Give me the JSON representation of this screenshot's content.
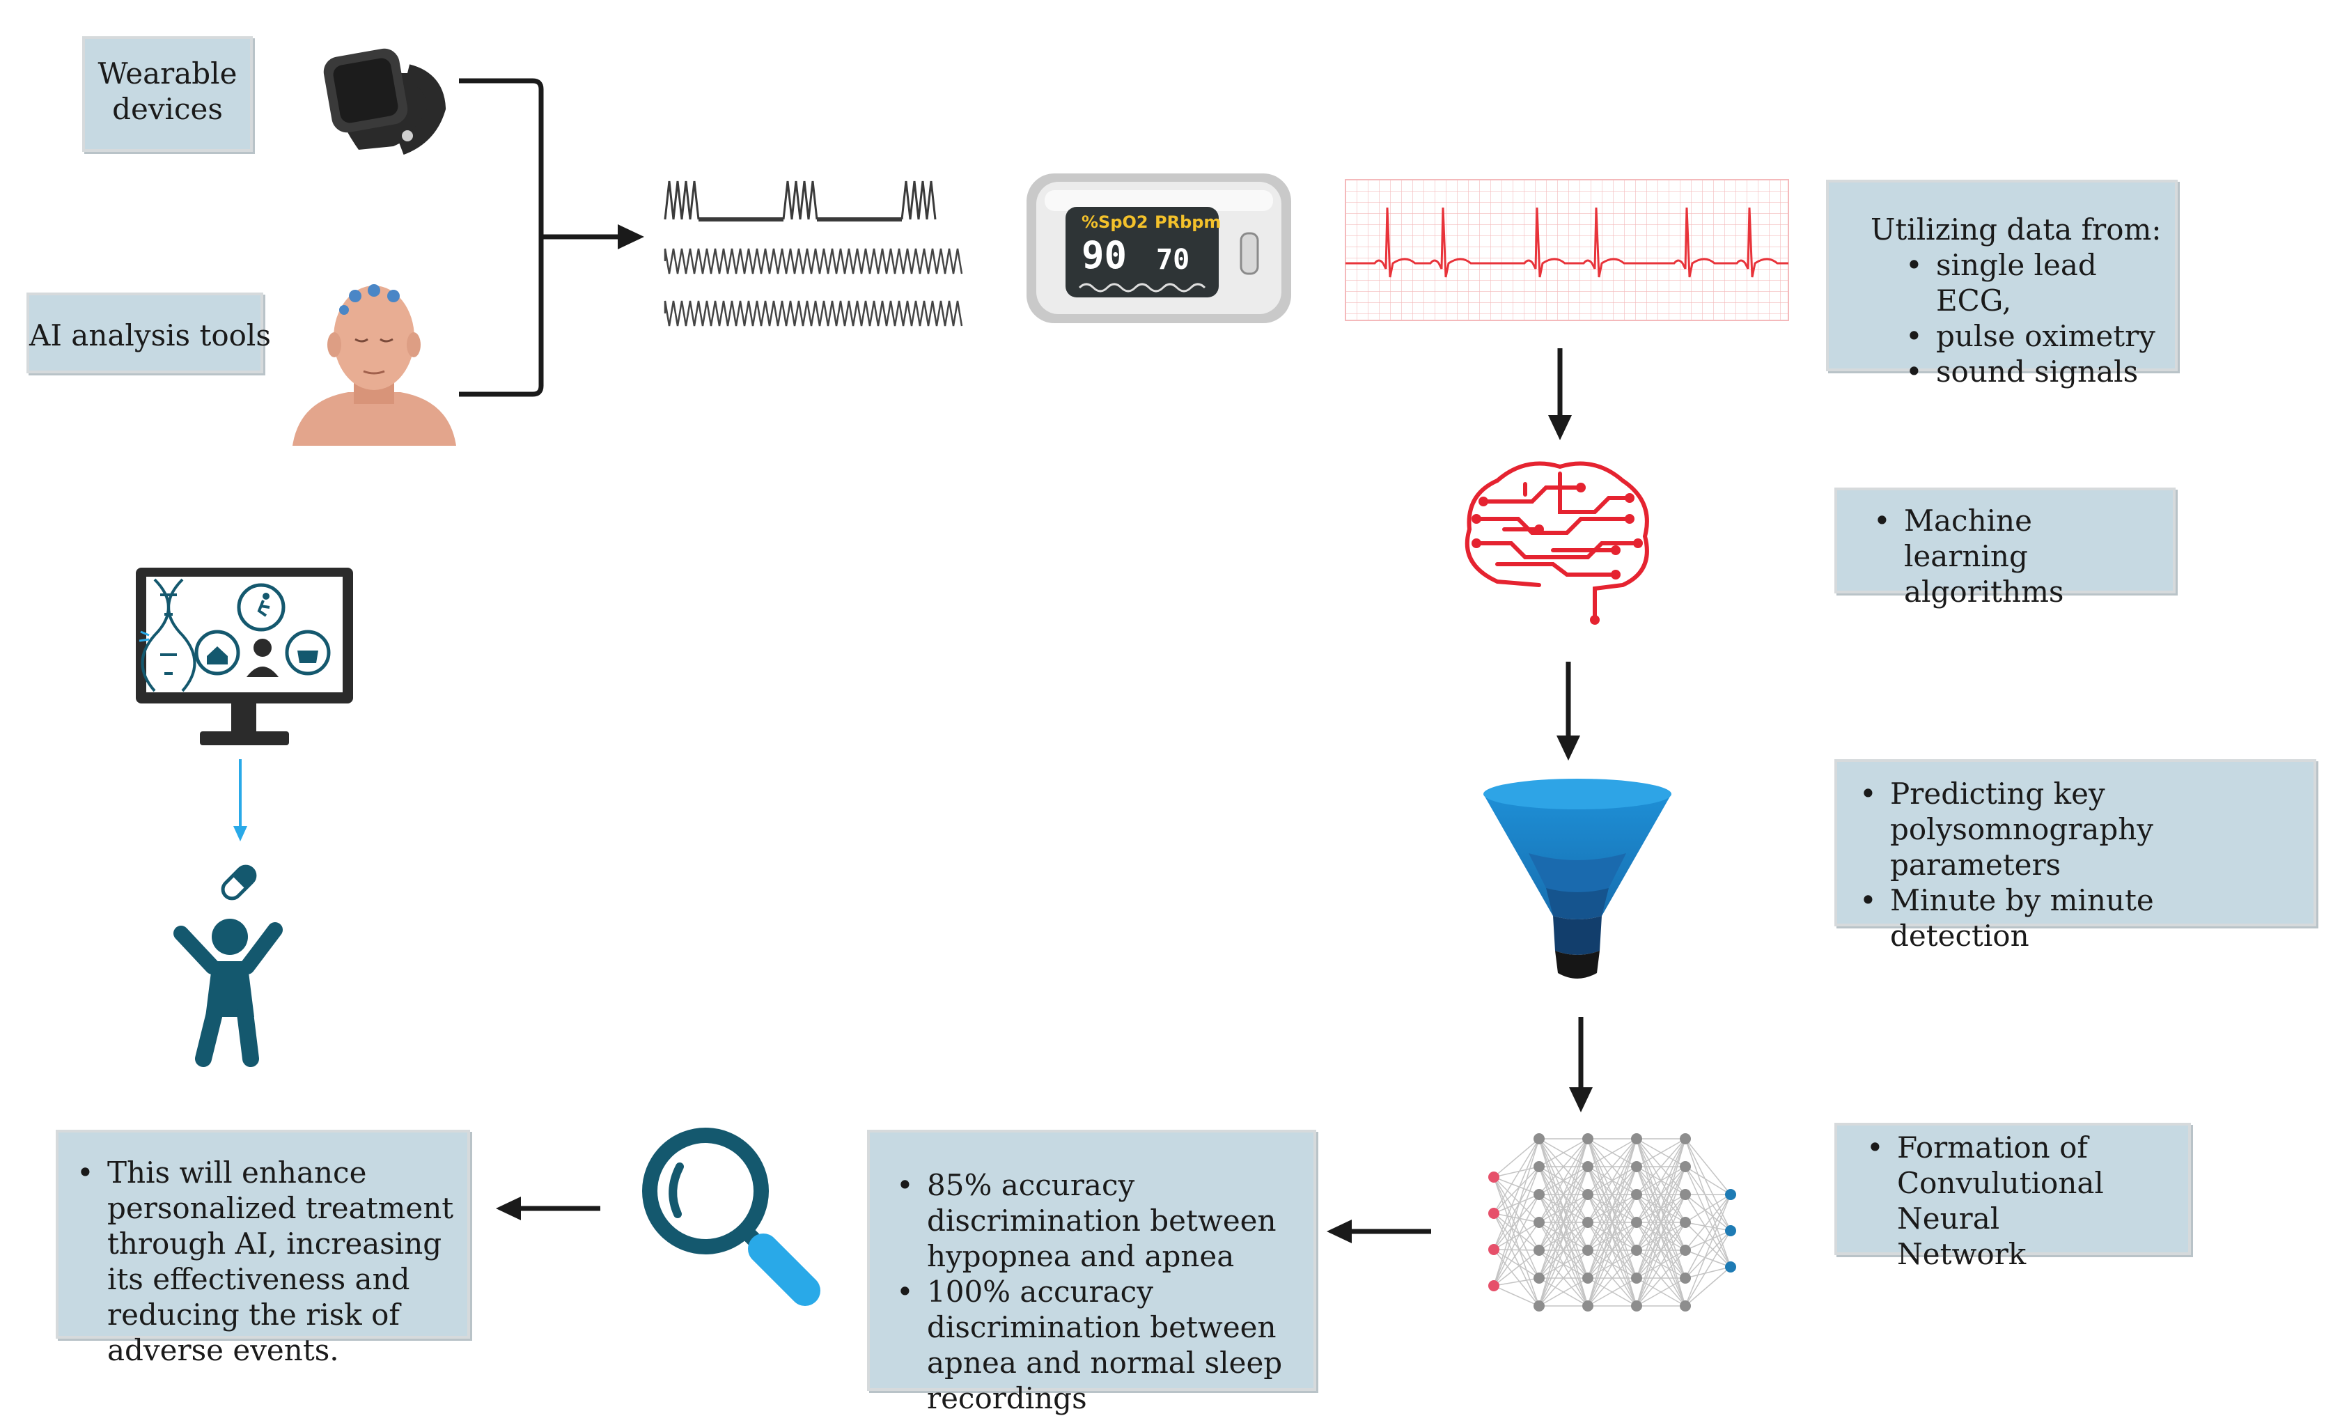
{
  "labels": {
    "wearable": "Wearable devices",
    "ai_tools": "AI analysis tools"
  },
  "oximeter": {
    "spo2_label": "%SpO2",
    "pr_label": "PRbpm",
    "spo2_value": "90",
    "pr_value": "70"
  },
  "boxes": {
    "utilizing": {
      "title": "Utilizing data from:",
      "items": [
        "single lead ECG,",
        "pulse oximetry",
        "sound signals"
      ]
    },
    "ml": {
      "items": [
        "Machine learning algorithms"
      ]
    },
    "predicting": {
      "items": [
        "Predicting key polysomnography parameters",
        "Minute by minute detection"
      ]
    },
    "cnn": {
      "items": [
        "Formation of Convulutional Neural Network"
      ]
    },
    "accuracy": {
      "items": [
        "85% accuracy discrimination between hypopnea and apnea",
        "100% accuracy discrimination between apnea and normal sleep recordings"
      ]
    },
    "enhance": {
      "items": [
        "This will enhance personalized treatment through AI, increasing its effectiveness and reducing the risk of adverse events."
      ]
    }
  },
  "colors": {
    "box_fill": "#c6d9e2",
    "ecg_red": "#e8333a",
    "brain_red": "#e52330",
    "teal_icon": "#14586e",
    "blue_arrow": "#29a9e8",
    "funnel_blue": "#1e8fd6"
  },
  "icons": [
    "smartwatch-icon",
    "head-electrodes-icon",
    "signal-waveforms-icon",
    "pulse-oximeter-icon",
    "ecg-strip-icon",
    "circuit-brain-icon",
    "funnel-icon",
    "neural-network-icon",
    "magnifier-icon",
    "monitor-dna-icon",
    "pill-icon",
    "person-cheering-icon"
  ]
}
